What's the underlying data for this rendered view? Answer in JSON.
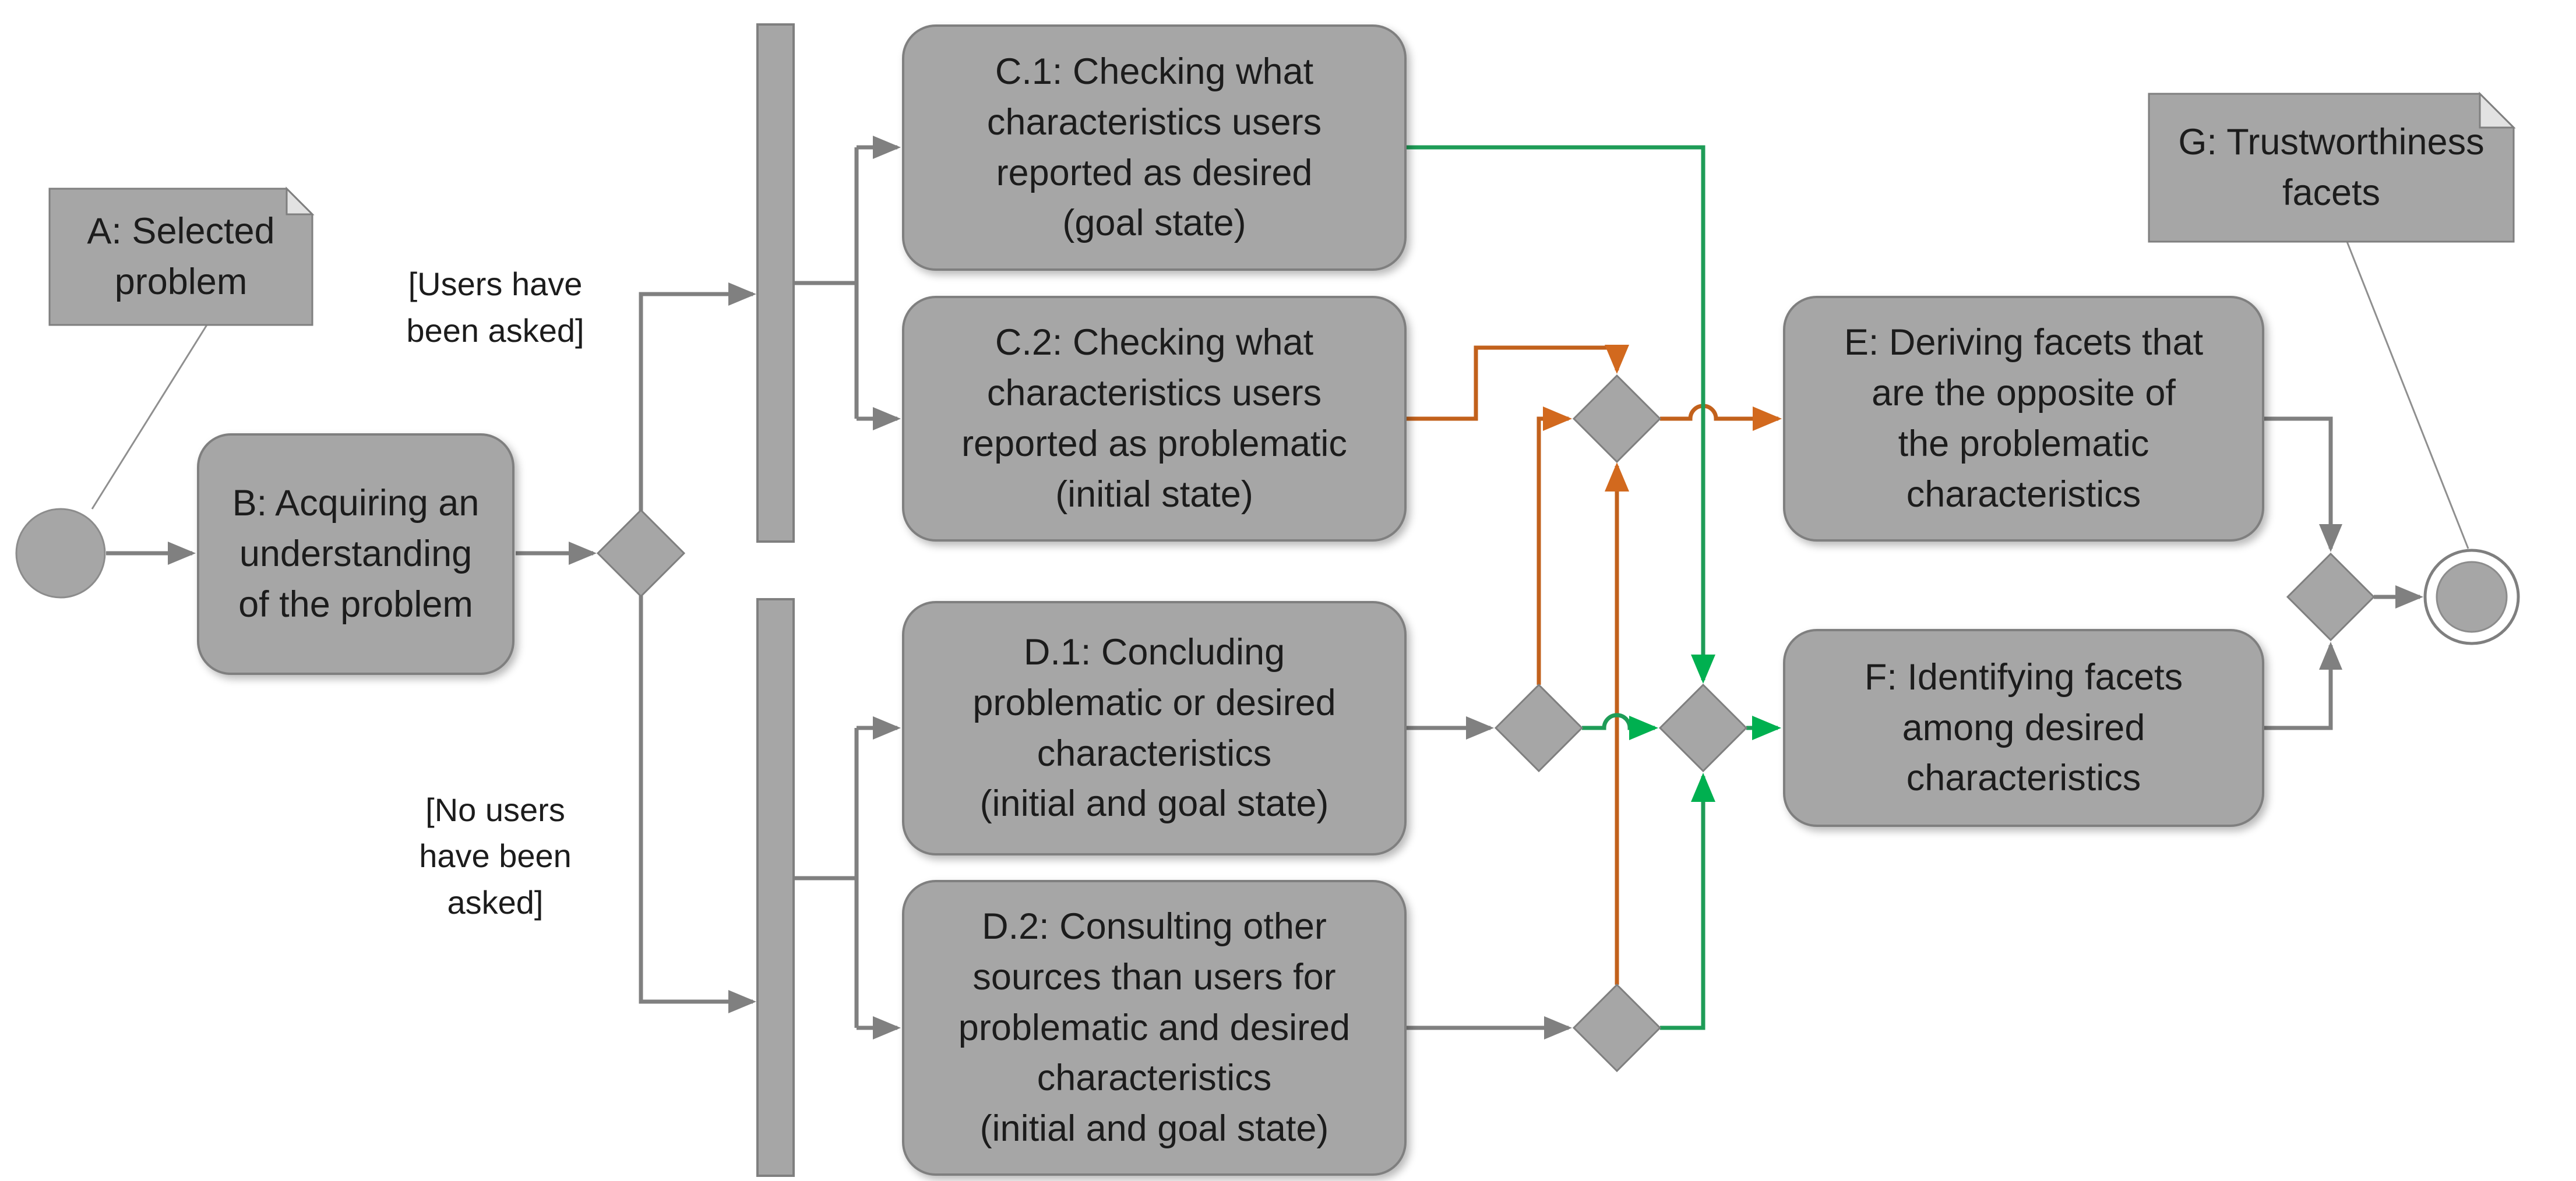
{
  "diagram": {
    "type": "uml-activity-diagram",
    "colors": {
      "node_fill": "#A6A6A6",
      "node_border": "#7F7F7F",
      "connector_gray": "#808080",
      "orange_line": "#C2611C",
      "orange_arrow": "#D2691E",
      "green_line": "#1E9C57",
      "green_arrow": "#00B050",
      "text": "#1C1C1C",
      "background": "#FFFFFF"
    },
    "nodes": {
      "note_a": {
        "type": "note",
        "label": "A: Selected\nproblem"
      },
      "action_b": {
        "type": "action",
        "label": "B: Acquiring an\nunderstanding\nof the problem"
      },
      "action_c1": {
        "type": "action",
        "label": "C.1: Checking what\ncharacteristics users\nreported as desired\n(goal state)"
      },
      "action_c2": {
        "type": "action",
        "label": "C.2: Checking what\ncharacteristics users\nreported as problematic\n(initial state)"
      },
      "action_d1": {
        "type": "action",
        "label": "D.1: Concluding\nproblematic or desired\ncharacteristics\n(initial and goal state)"
      },
      "action_d2": {
        "type": "action",
        "label": "D.2: Consulting other\nsources than users for\nproblematic and desired\ncharacteristics\n(initial and goal state)"
      },
      "action_e": {
        "type": "action",
        "label": "E: Deriving facets that\nare the opposite of\nthe problematic\ncharacteristics"
      },
      "action_f": {
        "type": "action",
        "label": "F: Identifying facets\namong desired\ncharacteristics"
      },
      "note_g": {
        "type": "note",
        "label": "G: Trustworthiness\nfacets"
      },
      "start": {
        "type": "initial-node"
      },
      "end": {
        "type": "final-node"
      }
    },
    "edge_labels": {
      "users_asked": "[Users have\nbeen asked]",
      "no_users_asked": "[No users\nhave been\nasked]"
    }
  }
}
